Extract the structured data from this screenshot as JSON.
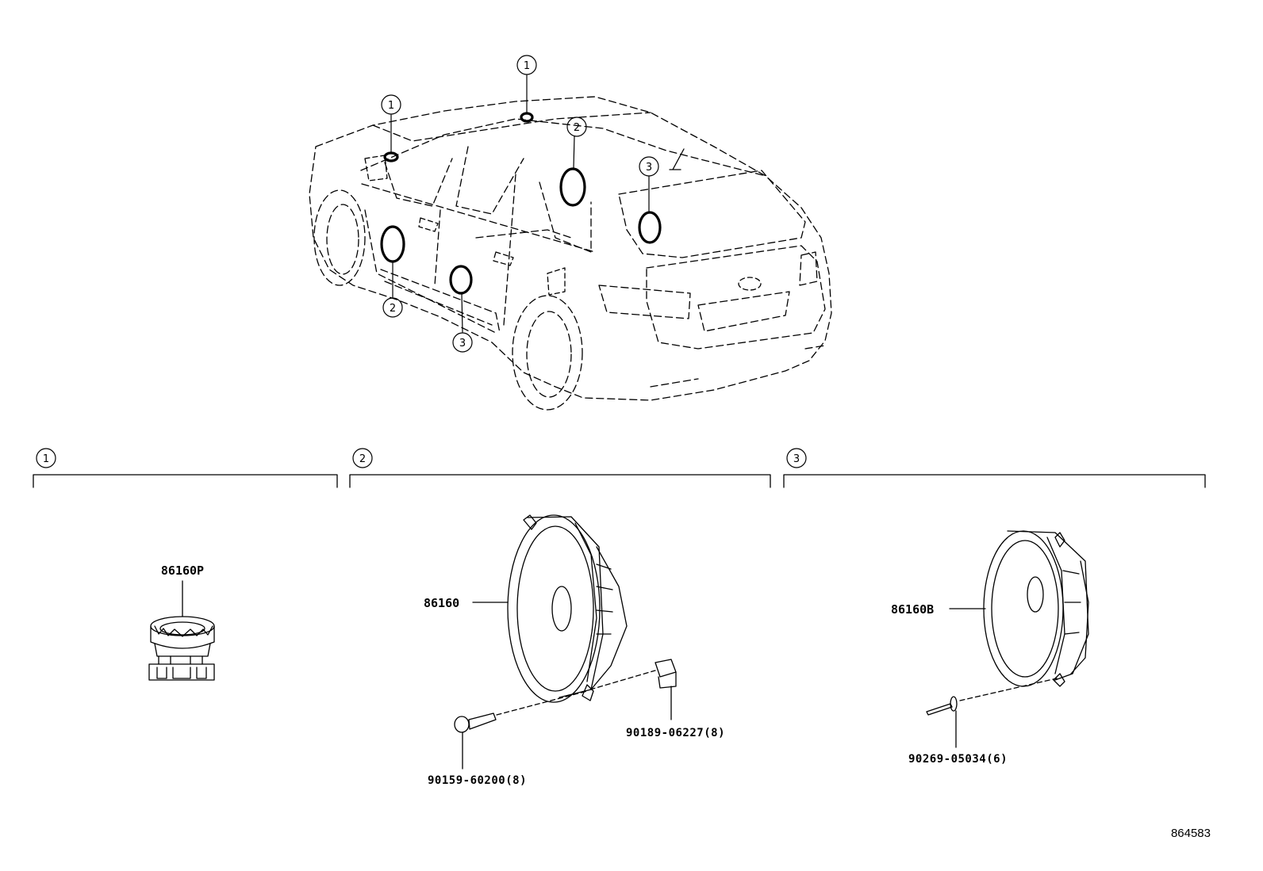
{
  "callouts": [
    "1",
    "2",
    "3"
  ],
  "groups": [
    {
      "marker": "1",
      "part_number": "86160P"
    },
    {
      "marker": "2",
      "part_number": "86160",
      "hardware": [
        "90189-06227(8)",
        "90159-60200(8)"
      ]
    },
    {
      "marker": "3",
      "part_number": "86160B",
      "hardware": [
        "90269-05034(6)"
      ]
    }
  ],
  "figure_id": "864583"
}
